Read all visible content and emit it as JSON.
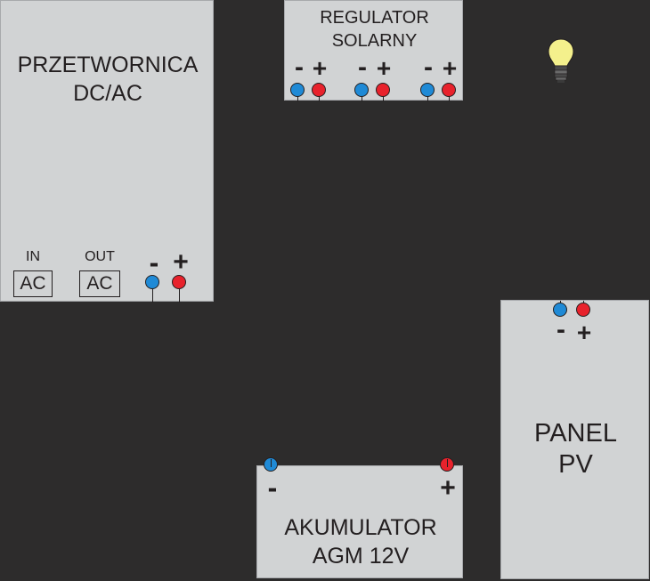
{
  "inverter": {
    "title_line1": "PRZETWORNICA",
    "title_line2": "DC/AC",
    "in_label": "IN",
    "out_label": "OUT",
    "ac_in": "AC",
    "ac_out": "AC",
    "minus": "-",
    "plus": "+"
  },
  "regulator": {
    "title_line1": "REGULATOR",
    "title_line2": "SOLARNY",
    "minus": "-",
    "plus": "+"
  },
  "panel": {
    "title_line1": "PANEL",
    "title_line2": "PV",
    "minus": "-",
    "plus": "+"
  },
  "battery": {
    "title_line1": "AKUMULATOR",
    "title_line2": "AGM 12V",
    "minus": "-",
    "plus": "+"
  },
  "colors": {
    "background": "#2d2c2c",
    "box": "#d1d3d4",
    "negative": "#1f8ad6",
    "positive": "#e8222c",
    "bulb": "#f4f08c"
  },
  "icons": {
    "bulb": "light-bulb-icon"
  }
}
